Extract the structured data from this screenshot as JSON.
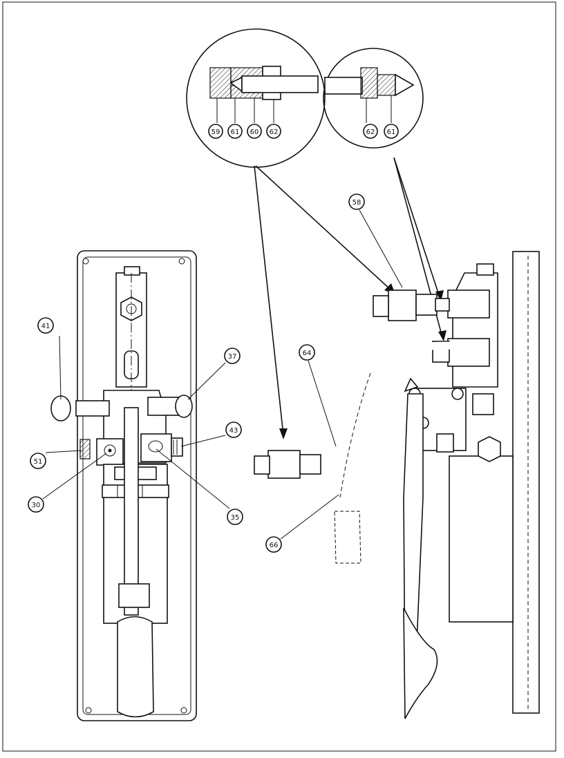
{
  "diagram": {
    "callouts_plan_view": [
      {
        "id": "callout-41",
        "label": "41"
      },
      {
        "id": "callout-37",
        "label": "37"
      },
      {
        "id": "callout-51",
        "label": "51"
      },
      {
        "id": "callout-43",
        "label": "43"
      },
      {
        "id": "callout-30",
        "label": "30"
      },
      {
        "id": "callout-35",
        "label": "35"
      }
    ],
    "callouts_side_view": [
      {
        "id": "callout-58",
        "label": "58"
      },
      {
        "id": "callout-64",
        "label": "64"
      },
      {
        "id": "callout-66",
        "label": "66"
      }
    ],
    "detail_left": [
      {
        "id": "detail-left-59",
        "label": "59"
      },
      {
        "id": "detail-left-61",
        "label": "61"
      },
      {
        "id": "detail-left-60",
        "label": "60"
      },
      {
        "id": "detail-left-62",
        "label": "62"
      }
    ],
    "detail_right": [
      {
        "id": "detail-right-62",
        "label": "62"
      },
      {
        "id": "detail-right-61",
        "label": "61"
      }
    ]
  }
}
